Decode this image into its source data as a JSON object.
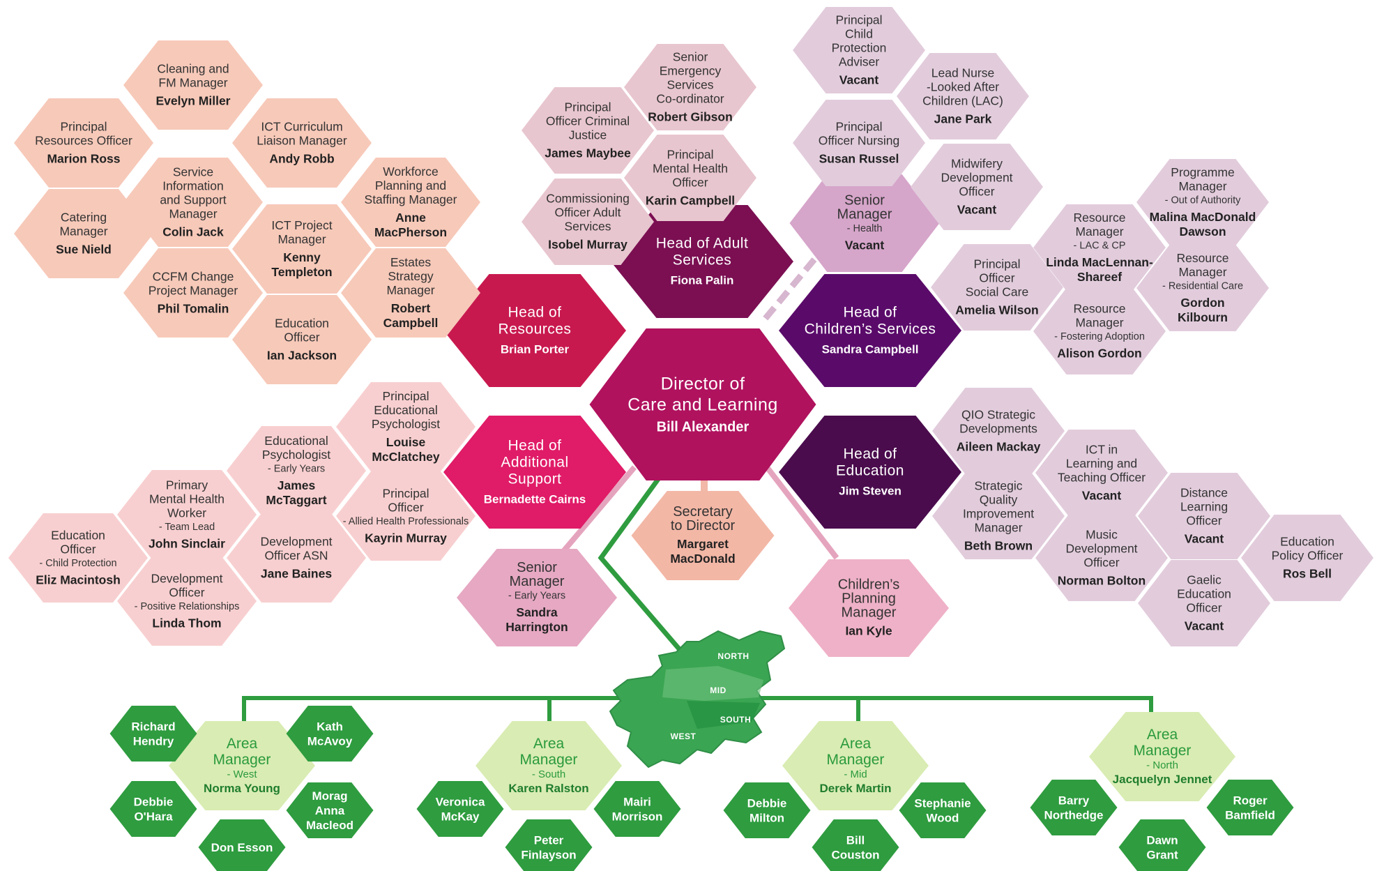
{
  "director": {
    "title": "Director of Care and Learning",
    "name": "Bill Alexander"
  },
  "heads": [
    {
      "title": "Head of Resources",
      "name": "Brian Porter"
    },
    {
      "title": "Head of Adult Services",
      "name": "Fiona Palin"
    },
    {
      "title": "Head of Children's Services",
      "name": "Sandra Campbell"
    },
    {
      "title": "Head of Education",
      "name": "Jim Steven"
    },
    {
      "title": "Head of Additional Support",
      "name": "Bernadette Cairns"
    }
  ],
  "secretary": {
    "title": "Secretary to Director",
    "name": "Margaret MacDonald"
  },
  "senior_manager_early_years": {
    "title": "Senior Manager",
    "sub": "- Early Years",
    "name": "Sandra Harrington"
  },
  "childrens_planning_manager": {
    "title": "Children's Planning Manager",
    "name": "Ian Kyle"
  },
  "senior_manager_health": {
    "title": "Senior Manager",
    "sub": "- Health",
    "name": "Vacant"
  },
  "resources_team": [
    {
      "title": "Cleaning and FM Manager",
      "name": "Evelyn Miller"
    },
    {
      "title": "Principal Resources Officer",
      "name": "Marion Ross"
    },
    {
      "title": "ICT Curriculum Liaison Manager",
      "name": "Andy Robb"
    },
    {
      "title": "Service Information and Support Manager",
      "name": "Colin Jack"
    },
    {
      "title": "Workforce Planning and Staffing Manager",
      "name": "Anne MacPherson"
    },
    {
      "title": "Catering Manager",
      "name": "Sue Nield"
    },
    {
      "title": "ICT Project Manager",
      "name": "Kenny Templeton"
    },
    {
      "title": "CCFM Change Project Manager",
      "name": "Phil Tomalin"
    },
    {
      "title": "Estates Strategy Manager",
      "name": "Robert Campbell"
    },
    {
      "title": "Education Officer",
      "name": "Ian Jackson"
    }
  ],
  "adult_team": [
    {
      "title": "Senior Emergency Services Co-ordinator",
      "name": "Robert Gibson"
    },
    {
      "title": "Principal Officer Criminal Justice",
      "name": "James Maybee"
    },
    {
      "title": "Principal Mental Health Officer",
      "name": "Karin Campbell"
    },
    {
      "title": "Commissioning Officer Adult Services",
      "name": "Isobel Murray"
    }
  ],
  "health_team": [
    {
      "title": "Principal Child Protection Adviser",
      "name": "Vacant"
    },
    {
      "title": "Lead Nurse -Looked After Children (LAC)",
      "name": "Jane Park"
    },
    {
      "title": "Principal Officer Nursing",
      "name": "Susan Russel"
    },
    {
      "title": "Midwifery Development Officer",
      "name": "Vacant"
    }
  ],
  "children_team": [
    {
      "title": "Programme Manager",
      "sub": "- Out of Authority",
      "name": "Malina MacDonald Dawson"
    },
    {
      "title": "Resource Manager",
      "sub": "- LAC & CP",
      "name": "Linda MacLennan-Shareef"
    },
    {
      "title": "Resource Manager",
      "sub": "- Residential Care",
      "name": "Gordon Kilbourn"
    },
    {
      "title": "Principal Officer Social Care",
      "name": "Amelia Wilson"
    },
    {
      "title": "Resource Manager",
      "sub": "- Fostering Adoption",
      "name": "Alison Gordon"
    }
  ],
  "education_team": [
    {
      "title": "QIO Strategic Developments",
      "name": "Aileen Mackay"
    },
    {
      "title": "ICT in Learning and Teaching Officer",
      "name": "Vacant"
    },
    {
      "title": "Strategic Quality Improvement Manager",
      "name": "Beth Brown"
    },
    {
      "title": "Distance Learning Officer",
      "name": "Vacant"
    },
    {
      "title": "Music Development Officer",
      "name": "Norman Bolton"
    },
    {
      "title": "Education Policy Officer",
      "name": "Ros Bell"
    },
    {
      "title": "Gaelic Education Officer",
      "name": "Vacant"
    }
  ],
  "additional_support_team": [
    {
      "title": "Principal Educational Psychologist",
      "name": "Louise McClatchey"
    },
    {
      "title": "Educational Psychologist",
      "sub": "- Early Years",
      "name": "James McTaggart"
    },
    {
      "title": "Principal Officer",
      "sub": "- Allied Health Professionals",
      "name": "Kayrin Murray"
    },
    {
      "title": "Primary Mental Health Worker",
      "sub": "- Team Lead",
      "name": "John Sinclair"
    },
    {
      "title": "Development Officer ASN",
      "name": "Jane Baines"
    },
    {
      "title": "Education Officer",
      "sub": "- Child Protection",
      "name": "Eliz Macintosh"
    },
    {
      "title": "Development Officer",
      "sub": "- Positive Relationships",
      "name": "Linda Thom"
    }
  ],
  "map": {
    "regions": [
      "NORTH",
      "MID",
      "SOUTH",
      "WEST"
    ]
  },
  "areas": [
    {
      "title": "Area Manager",
      "sub": "- West",
      "name": "Norma Young",
      "team": [
        "Richard Hendry",
        "Kath McAvoy",
        "Debbie O'Hara",
        "Morag Anna Macleod",
        "Don Esson"
      ]
    },
    {
      "title": "Area Manager",
      "sub": "- South",
      "name": "Karen Ralston",
      "team": [
        "Veronica McKay",
        "Mairi Morrison",
        "Peter Finlayson"
      ]
    },
    {
      "title": "Area Manager",
      "sub": "- Mid",
      "name": "Derek Martin",
      "team": [
        "Debbie Milton",
        "Stephanie Wood",
        "Bill Couston"
      ]
    },
    {
      "title": "Area Manager",
      "sub": "- North",
      "name": "Jacquelyn Jennet",
      "team": [
        "Barry Northedge",
        "Roger Bamfield",
        "Dawn Grant"
      ]
    }
  ],
  "colors": {
    "director": "#b0125e",
    "resources": "#c8194f",
    "adult": "#7b0f52",
    "children": "#5a0b6a",
    "education": "#4a0c4d",
    "additional": "#e01b67",
    "resources_light": "#f7c9b9",
    "adult_light": "#e8c6cf",
    "health_light": "#e2ccdc",
    "support_light": "#f8cfd0",
    "green": "#2e9c3f",
    "green_light": "#d9ecb3",
    "map": "#3aa552"
  }
}
